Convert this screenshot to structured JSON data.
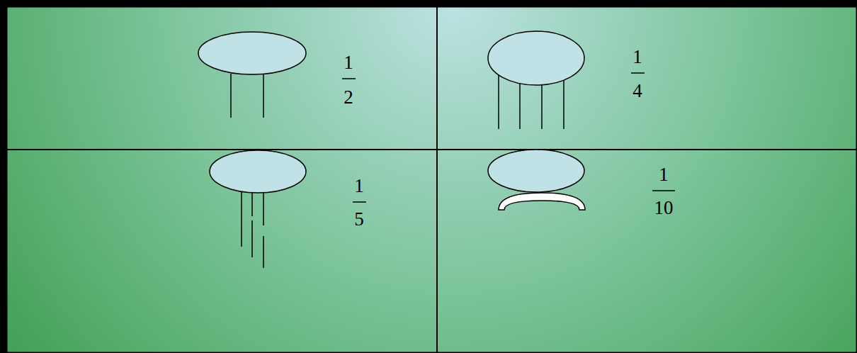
{
  "diagram": {
    "labels": [
      "1",
      "2",
      "1",
      "4",
      "1",
      "5",
      "1",
      "10"
    ]
  }
}
